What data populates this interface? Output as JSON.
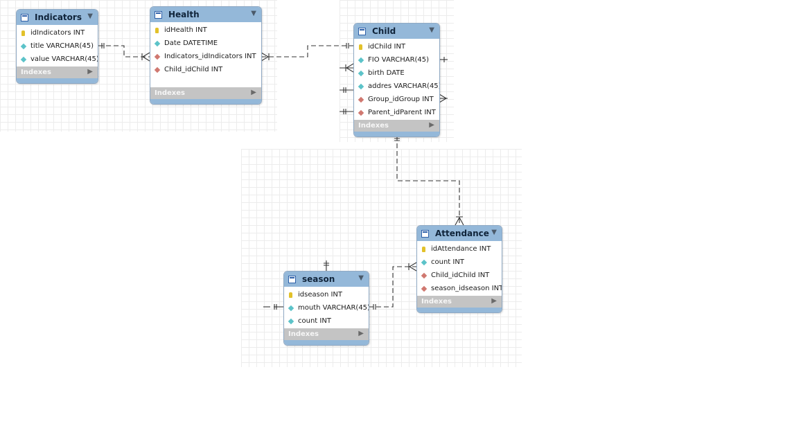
{
  "tables": {
    "indicators": {
      "title": "Indicators",
      "columns": [
        {
          "label": "idIndicators INT",
          "kind": "pk"
        },
        {
          "label": "title VARCHAR(45)",
          "kind": "attr"
        },
        {
          "label": "value VARCHAR(45)",
          "kind": "attr"
        }
      ],
      "indexes_label": "Indexes"
    },
    "health": {
      "title": "Health",
      "columns": [
        {
          "label": "idHealth INT",
          "kind": "pk"
        },
        {
          "label": "Date DATETIME",
          "kind": "attr"
        },
        {
          "label": "Indicators_idIndicators INT",
          "kind": "fk"
        },
        {
          "label": "Child_idChild INT",
          "kind": "fk"
        }
      ],
      "indexes_label": "Indexes"
    },
    "child": {
      "title": "Child",
      "columns": [
        {
          "label": "idChild INT",
          "kind": "pk"
        },
        {
          "label": "FIO VARCHAR(45)",
          "kind": "attr"
        },
        {
          "label": "birth DATE",
          "kind": "attr"
        },
        {
          "label": "addres VARCHAR(45)",
          "kind": "attr"
        },
        {
          "label": "Group_idGroup INT",
          "kind": "fk"
        },
        {
          "label": "Parent_idParent INT",
          "kind": "fk"
        }
      ],
      "indexes_label": "Indexes"
    },
    "attendance": {
      "title": "Attendance",
      "columns": [
        {
          "label": "idAttendance INT",
          "kind": "pk"
        },
        {
          "label": "count INT",
          "kind": "attr"
        },
        {
          "label": "Child_idChild INT",
          "kind": "fk"
        },
        {
          "label": "season_idseason INT",
          "kind": "fk"
        }
      ],
      "indexes_label": "Indexes"
    },
    "season": {
      "title": "season",
      "columns": [
        {
          "label": "idseason INT",
          "kind": "pk"
        },
        {
          "label": "mouth VARCHAR(45)",
          "kind": "attr"
        },
        {
          "label": "count INT",
          "kind": "attr"
        }
      ],
      "indexes_label": "Indexes"
    }
  },
  "icons": {
    "collapse": "chevron-down-icon",
    "indexes_expand": "triangle-right-icon",
    "table": "table-icon",
    "primary_key": "key-icon",
    "attribute": "diamond-icon",
    "foreign_key": "foreign-key-diamond-icon"
  },
  "colors": {
    "header": "#94b8d9",
    "indexes_bar": "#c4c4c4",
    "pk": "#e2c12a",
    "attr": "#5cc3c9",
    "fk": "#d07870",
    "connector": "#333333"
  }
}
